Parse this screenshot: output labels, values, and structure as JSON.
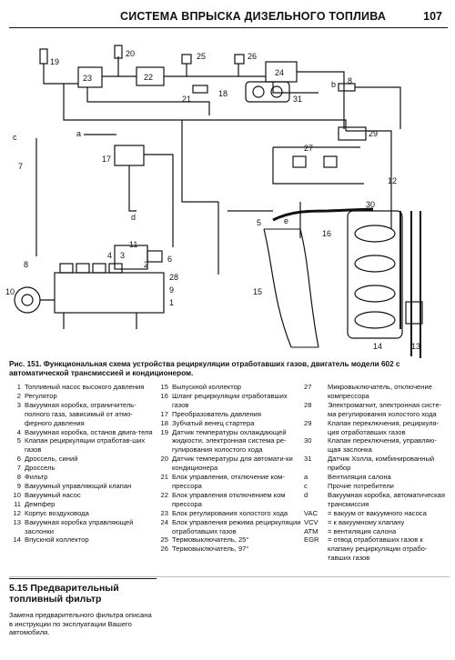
{
  "header": {
    "title": "СИСТЕМА ВПРЫСКА ДИЗЕЛЬНОГО ТОПЛИВА",
    "page_number": "107"
  },
  "diagram_labels": {
    "n1": "1",
    "n2": "2",
    "n3": "3",
    "n4": "4",
    "n5": "5",
    "n6": "6",
    "n7": "7",
    "n8": "8",
    "n9": "9",
    "n10": "10",
    "n11": "11",
    "n12": "12",
    "n13": "13",
    "n14": "14",
    "n15": "15",
    "n16": "16",
    "n17": "17",
    "n18": "18",
    "n19": "19",
    "n20": "20",
    "n21": "21",
    "n22": "22",
    "n23": "23",
    "n24": "24",
    "n25": "25",
    "n26": "26",
    "n27": "27",
    "n28": "28",
    "n29": "29",
    "n30": "30",
    "n31": "31",
    "la": "a",
    "lb": "b",
    "lc": "c",
    "ld": "d",
    "le": "e"
  },
  "caption": "Рис. 151. Функциональная схема устройства рециркуляции отработавших газов, двигатель модели 602 с автоматической трансмиссией и кондиционером.",
  "legend": {
    "col1": [
      {
        "k": "1",
        "t": "Топливный насос высокого давления"
      },
      {
        "k": "2",
        "t": "Регулятор"
      },
      {
        "k": "3",
        "t": "Вакуумная коробка, ограничитель-полного газа, зависимый от атмо-ферного давления"
      },
      {
        "k": "4",
        "t": "Вакуумная коробка, останов двига-теля"
      },
      {
        "k": "5",
        "t": "Клапан рециркуляции отработав-ших газов"
      },
      {
        "k": "6",
        "t": "Дроссель, синий"
      },
      {
        "k": "7",
        "t": "Дроссель"
      },
      {
        "k": "8",
        "t": "Фильтр"
      },
      {
        "k": "9",
        "t": "Вакуумный управляющий клапан"
      },
      {
        "k": "10",
        "t": "Вакуумный насос"
      },
      {
        "k": "11",
        "t": "Демпфер"
      },
      {
        "k": "12",
        "t": "Корпус воздуховода"
      },
      {
        "k": "13",
        "t": "Вакуумная коробка управляющей заслонки"
      },
      {
        "k": "14",
        "t": "Впускной коллектор"
      }
    ],
    "col2": [
      {
        "k": "15",
        "t": "Выпускной коллектор"
      },
      {
        "k": "16",
        "t": "Шланг рециркуляции отработавших газов"
      },
      {
        "k": "17",
        "t": "Преобразователь давления"
      },
      {
        "k": "18",
        "t": "Зубчатый венец стартера"
      },
      {
        "k": "19",
        "t": "Датчик температуры охлаждающей жидкости, электронная система ре-гулирования холостого хода"
      },
      {
        "k": "20",
        "t": "Датчик температуры для автомати-ки кондиционера"
      },
      {
        "k": "21",
        "t": "Блок управления, отключение ком-прессора"
      },
      {
        "k": "22",
        "t": "Блок управления отключением ком прессора"
      },
      {
        "k": "23",
        "t": "Блок регулирования холостого хода"
      },
      {
        "k": "24",
        "t": "Блок управления режима рециркуляции отработавших газов"
      },
      {
        "k": "25",
        "t": "Термовыключатель, 25°"
      },
      {
        "k": "26",
        "t": "Термовыключатель, 97°"
      }
    ],
    "col3": [
      {
        "k": "27",
        "t": "Микровыключатель, отключение компрессора"
      },
      {
        "k": "28",
        "t": "Электромагнит, электронная систе-ма регулирования холостого хода"
      },
      {
        "k": "29",
        "t": "Клапан переключения, рециркуля-ция отработавших газов"
      },
      {
        "k": "30",
        "t": "Клапан переключения, управляю-щая заслонка"
      },
      {
        "k": "31",
        "t": "Датчик Холла, комбинированный прибор"
      },
      {
        "k": "a",
        "t": "Вентиляция салона"
      },
      {
        "k": "c",
        "t": "Прочие потребители"
      },
      {
        "k": "d",
        "t": "Вакуумная коробка, автоматическая трансмиссия"
      },
      {
        "k": "VAC",
        "t": "= вакуум от вакуумного насоса"
      },
      {
        "k": "VCV",
        "t": "= к вакуумному клапану"
      },
      {
        "k": "ATM",
        "t": "= вентиляция салона"
      },
      {
        "k": "EGR",
        "t": "= отвод отработавших газов к клапану рециркуляции отрабо-тавших газов"
      }
    ]
  },
  "section": {
    "title": "5.15 Предварительный топливный фильтр",
    "body": "Замена предварительного фильтра описана в инструкции по эксплуатации Вашего автомобиля."
  }
}
